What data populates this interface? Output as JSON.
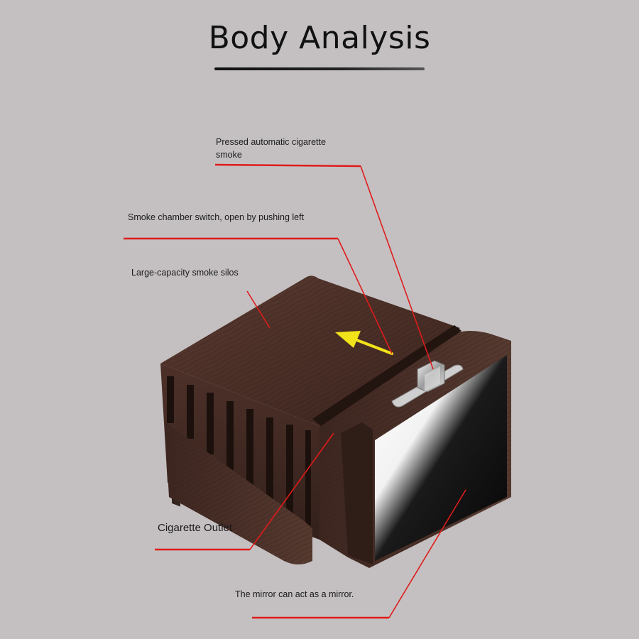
{
  "title": "Body Analysis",
  "annotations": {
    "pressed": "Pressed automatic cigarette smoke",
    "switch": "Smoke chamber switch, open by pushing left",
    "silos": "Large-capacity smoke silos",
    "outlet": "Cigarette Outlet",
    "mirror": "The mirror can act as a mirror."
  },
  "colors": {
    "background": "#c4c0c1",
    "leader_line": "#e01b1b",
    "wood_dark": "#3b2520",
    "wood_mid": "#54362d",
    "arrow": "#f2e21a"
  },
  "icons": {
    "direction_arrow": "left-arrow-icon"
  }
}
